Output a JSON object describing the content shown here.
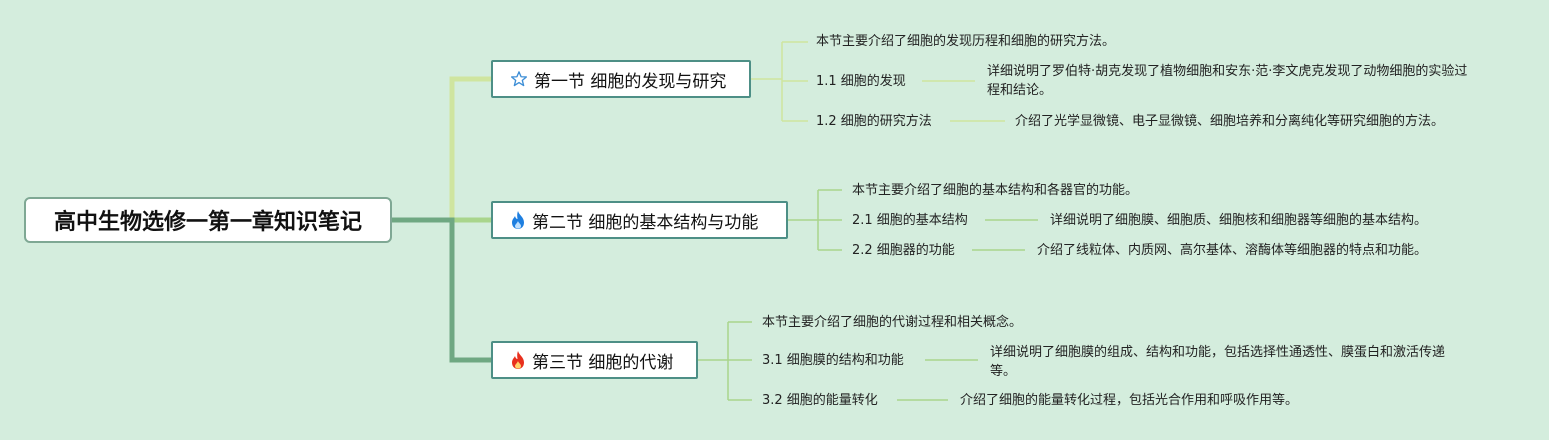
{
  "root": {
    "title": "高中生物选修一第一章知识笔记"
  },
  "sections": [
    {
      "title": "第一节 细胞的发现与研究",
      "icon": "star-icon",
      "summary": "本节主要介绍了细胞的发现历程和细胞的研究方法。",
      "topics": [
        {
          "label": "1.1 细胞的发现",
          "detail": "详细说明了罗伯特·胡克发现了植物细胞和安东·范·李文虎克发现了动物细胞的实验过程和结论。"
        },
        {
          "label": "1.2 细胞的研究方法",
          "detail": "介绍了光学显微镜、电子显微镜、细胞培养和分离纯化等研究细胞的方法。"
        }
      ]
    },
    {
      "title": "第二节 细胞的基本结构与功能",
      "icon": "fire-blue-icon",
      "summary": "本节主要介绍了细胞的基本结构和各器官的功能。",
      "topics": [
        {
          "label": "2.1 细胞的基本结构",
          "detail": "详细说明了细胞膜、细胞质、细胞核和细胞器等细胞的基本结构。"
        },
        {
          "label": "2.2 细胞器的功能",
          "detail": "介绍了线粒体、内质网、高尔基体、溶酶体等细胞器的特点和功能。"
        }
      ]
    },
    {
      "title": "第三节 细胞的代谢",
      "icon": "fire-red-icon",
      "summary": "本节主要介绍了细胞的代谢过程和相关概念。",
      "topics": [
        {
          "label": "3.1 细胞膜的结构和功能",
          "detail": "详细说明了细胞膜的组成、结构和功能，包括选择性通透性、膜蛋白和激活传递等。"
        },
        {
          "label": "3.2 细胞的能量转化",
          "detail": "介绍了细胞的能量转化过程，包括光合作用和呼吸作用等。"
        }
      ]
    }
  ],
  "colors": {
    "background": "#d4eddd",
    "branch_1": "#cfe59f",
    "branch_2": "#a9d58c",
    "branch_3": "#6fa882",
    "node_border": "#4d8f86"
  }
}
